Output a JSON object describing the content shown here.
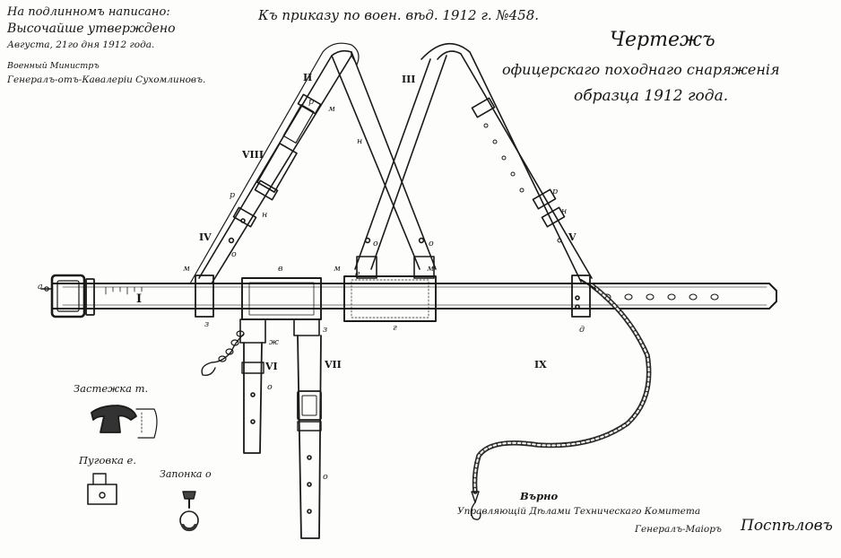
{
  "header": {
    "note_line1": "На подлинномъ написано:",
    "note_line2": "Высочайше утверждено",
    "note_line3": "Августа, 21го дня 1912 года.",
    "note_line4": "Военный Министръ",
    "note_line5": "Генералъ-отъ-Кавалерiи Сухомлиновъ.",
    "order_ref": "Къ приказу по воен. вѣд. 1912 г. №458."
  },
  "title": {
    "line1": "Чертежъ",
    "line2": "офицерскаго походнаго снаряженiя",
    "line3": "образца 1912 года."
  },
  "part_labels": {
    "I": "I",
    "II": "II",
    "III": "III",
    "IV": "IV",
    "V": "V",
    "VI": "VI",
    "VII": "VII",
    "VIII": "VIII",
    "IX": "IX"
  },
  "letter_labels": {
    "a": "а",
    "b": "б",
    "v": "в",
    "g": "г",
    "d": "д",
    "z": "з",
    "zh": "ж",
    "m": "м",
    "n": "н",
    "p": "р",
    "o": "о",
    "e": "е"
  },
  "details": {
    "clasp": "Застежка т.",
    "button": "Пуговка е.",
    "stud": "Запонка о"
  },
  "footer": {
    "verified": "Върно",
    "line1": "Управляющiй Дѣлами Техническаго Комитета",
    "line2": "Генералъ-Маiоръ",
    "signature": "Поспѣловъ"
  }
}
